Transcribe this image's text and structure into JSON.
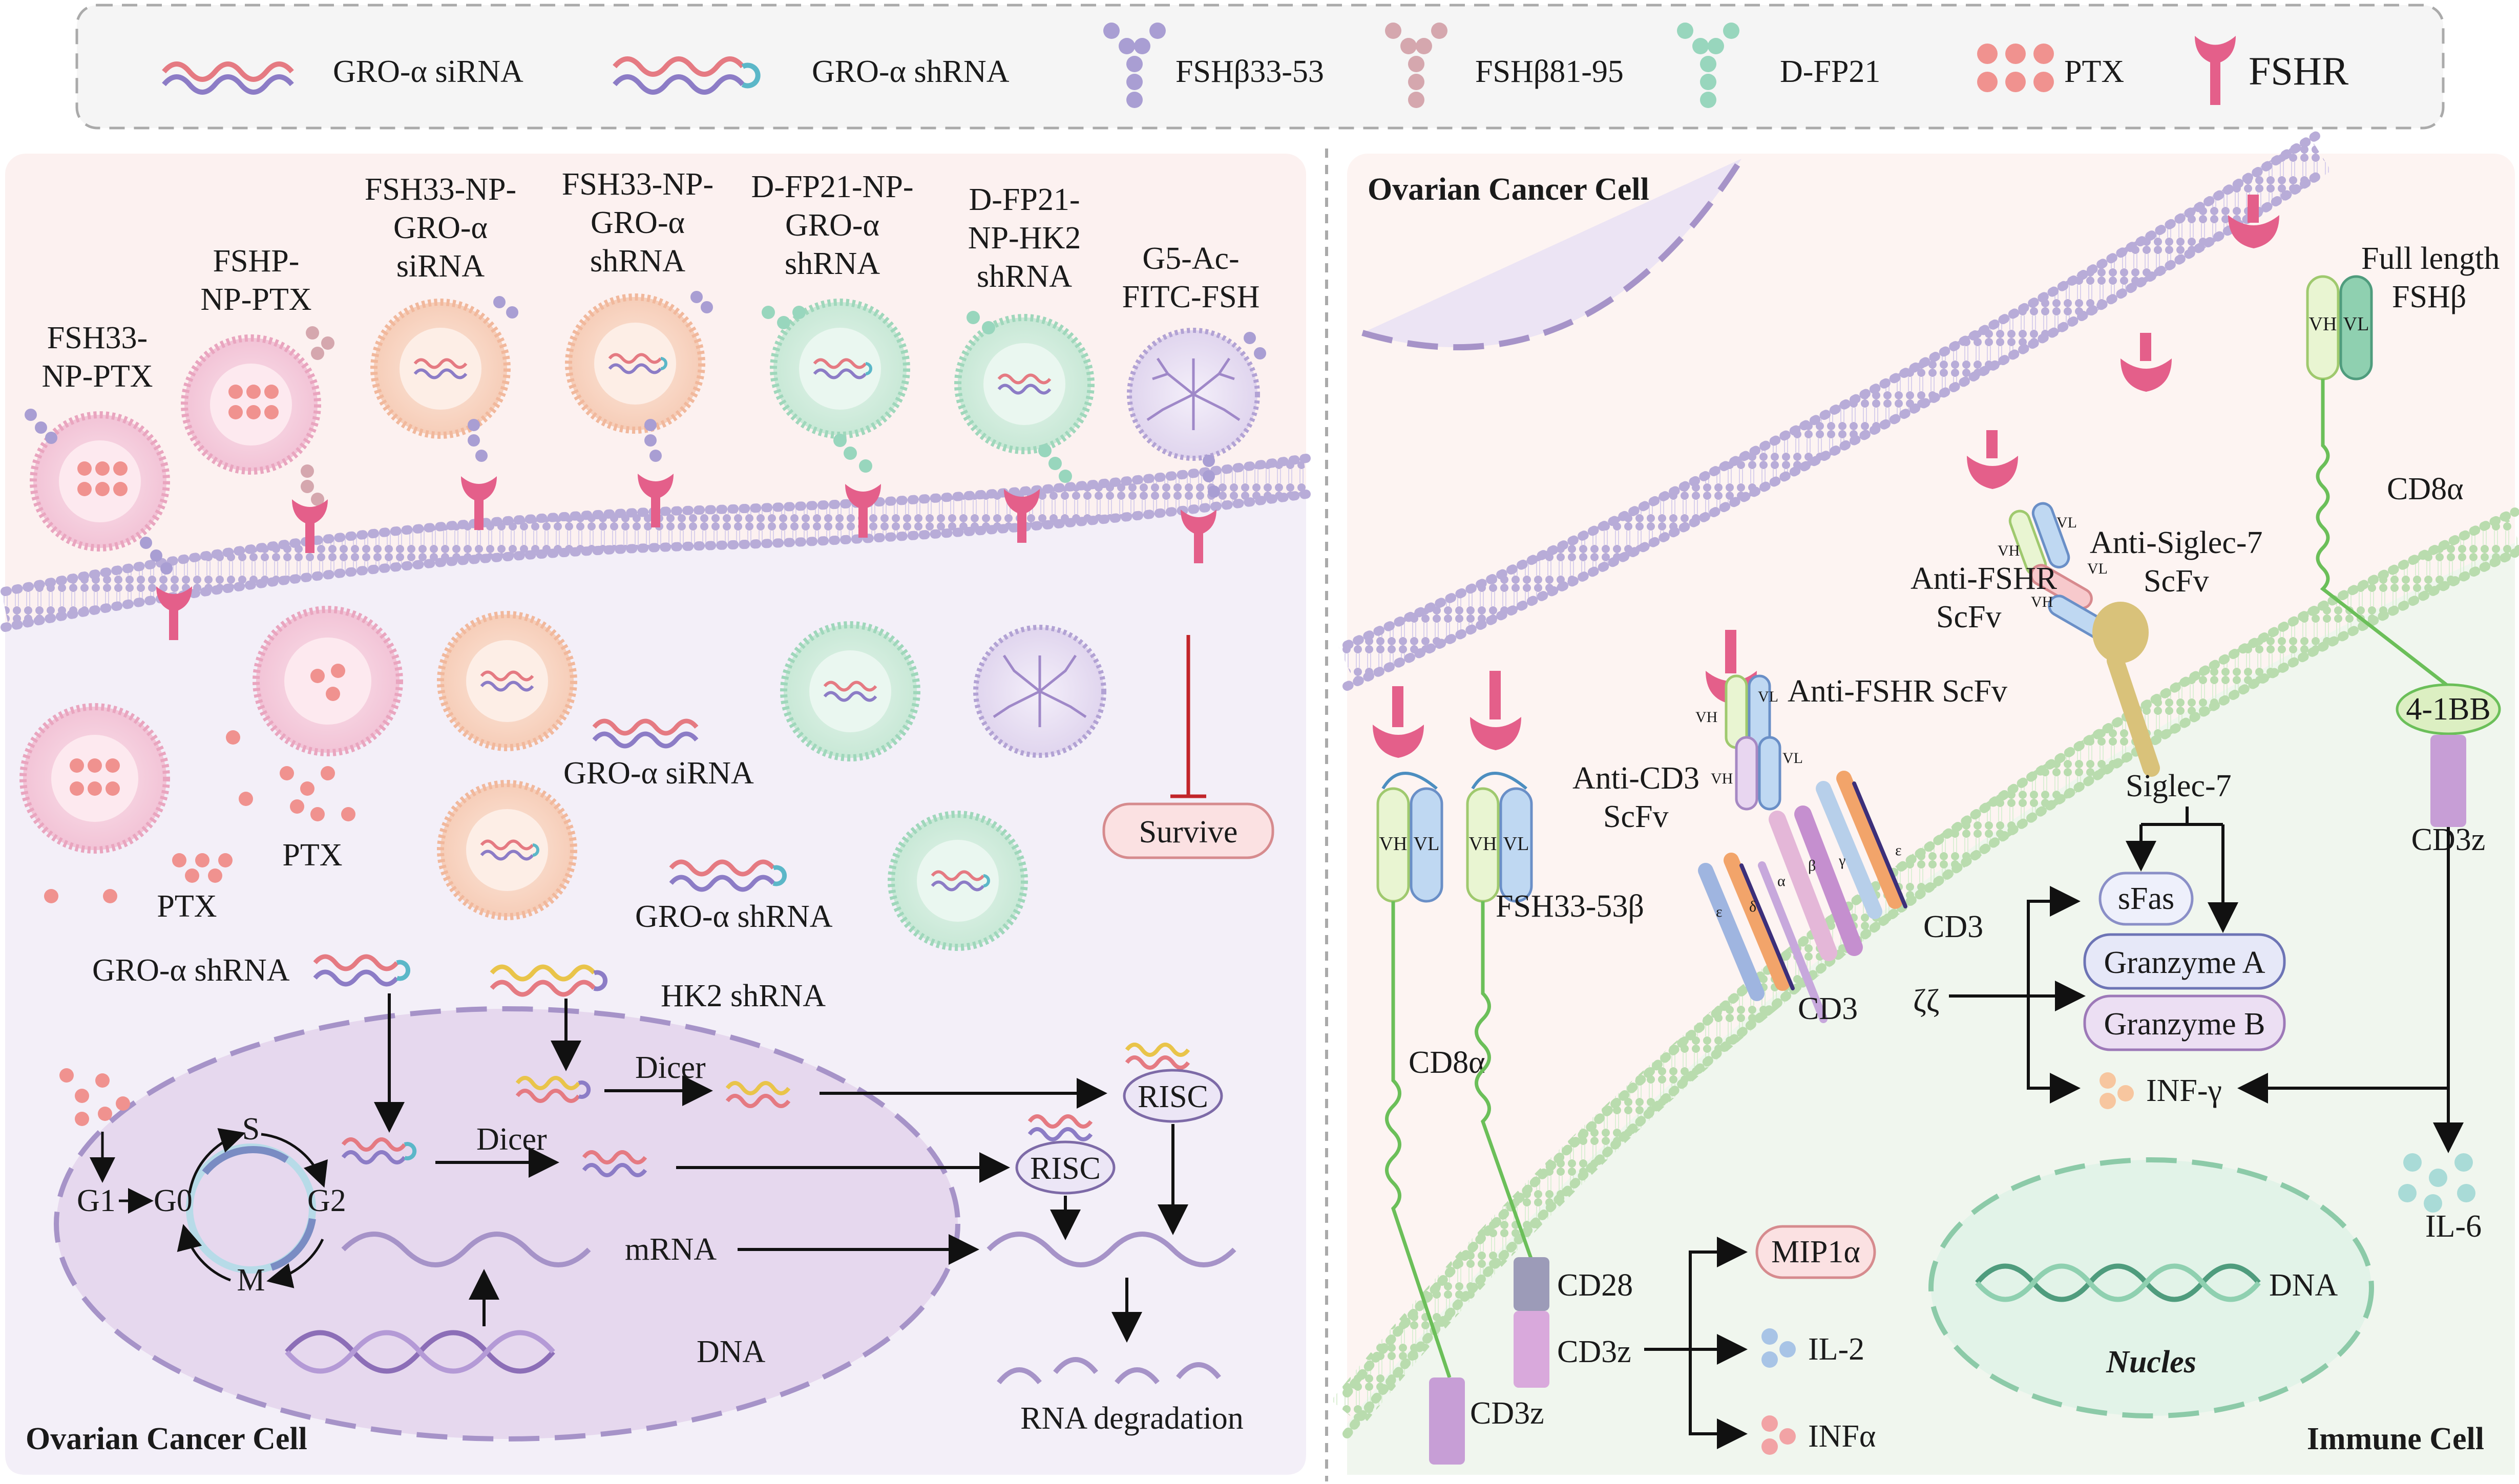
{
  "legend": {
    "items": [
      {
        "id": "siRNA",
        "label": "GRO-α siRNA"
      },
      {
        "id": "shRNA",
        "label": "GRO-α shRNA"
      },
      {
        "id": "fsh3353",
        "label": "FSHβ33-53"
      },
      {
        "id": "fsh8195",
        "label": "FSHβ81-95"
      },
      {
        "id": "dfp21",
        "label": "D-FP21"
      },
      {
        "id": "ptx",
        "label": "PTX"
      },
      {
        "id": "fshr",
        "label": "FSHR"
      }
    ]
  },
  "left_panel": {
    "title": "Ovarian Cancer Cell",
    "nanoparticles": [
      {
        "lines": [
          "FSH33-",
          "NP-PTX"
        ]
      },
      {
        "lines": [
          "FSHP-",
          "NP-PTX"
        ]
      },
      {
        "lines": [
          "FSH33-NP-",
          "GRO-α",
          "siRNA"
        ]
      },
      {
        "lines": [
          "FSH33-NP-",
          "GRO-α",
          "shRNA"
        ]
      },
      {
        "lines": [
          "D-FP21-NP-",
          "GRO-α",
          "shRNA"
        ]
      },
      {
        "lines": [
          "D-FP21-",
          "NP-HK2",
          "shRNA"
        ]
      },
      {
        "lines": [
          "G5-Ac-",
          "FITC-FSH"
        ]
      }
    ],
    "survive": "Survive",
    "ptx_label_1": "PTX",
    "ptx_label_2": "PTX",
    "siRNA_free": "GRO-α siRNA",
    "shRNA_free": "GRO-α shRNA",
    "shRNA_in": "GRO-α shRNA",
    "hk2_in": "HK2 shRNA",
    "dicer_1": "Dicer",
    "dicer_2": "Dicer",
    "risc_1": "RISC",
    "risc_2": "RISC",
    "mrna": "mRNA",
    "dna": "DNA",
    "rna_degradation": "RNA degradation",
    "cycle": {
      "s": "S",
      "g0": "G0",
      "g1": "G1",
      "g2": "G2",
      "m": "M"
    }
  },
  "right_panel": {
    "top_title": "Ovarian Cancer Cell",
    "bottom_title": "Immune Cell",
    "full_length": [
      "Full length",
      "FSHβ"
    ],
    "cd8a_right": "CD8α",
    "bb41": "4-1BB",
    "cd3z_right": "CD3z",
    "il6": "IL-6",
    "anti_fshr_top": [
      "Anti-FSHR",
      "ScFv"
    ],
    "anti_siglec": [
      "Anti-Siglec-7",
      "ScFv"
    ],
    "siglec7": "Siglec-7",
    "anti_fshr_mid": "Anti-FSHR ScFv",
    "anti_cd3": [
      "Anti-CD3",
      "ScFv"
    ],
    "cd3_a": "CD3",
    "cd3_b": "CD3",
    "zeta": "ζζ",
    "fsh3353b": "FSH33-53β",
    "cd8a_left": "CD8α",
    "cd28": "CD28",
    "cd3z_mid": "CD3z",
    "cd3z_left": "CD3z",
    "sfas": "sFas",
    "granzyme_a": "Granzyme A",
    "granzyme_b": "Granzyme B",
    "inf_gamma": "INF-γ",
    "mip1a": "MIP1α",
    "il2": "IL-2",
    "infa": "INFα",
    "dna": "DNA",
    "nucleus": "Nucles",
    "vh": "VH",
    "vl": "VL",
    "greek": {
      "alpha": "α",
      "beta": "β",
      "gamma": "γ",
      "delta": "δ",
      "eps": "ε"
    }
  }
}
